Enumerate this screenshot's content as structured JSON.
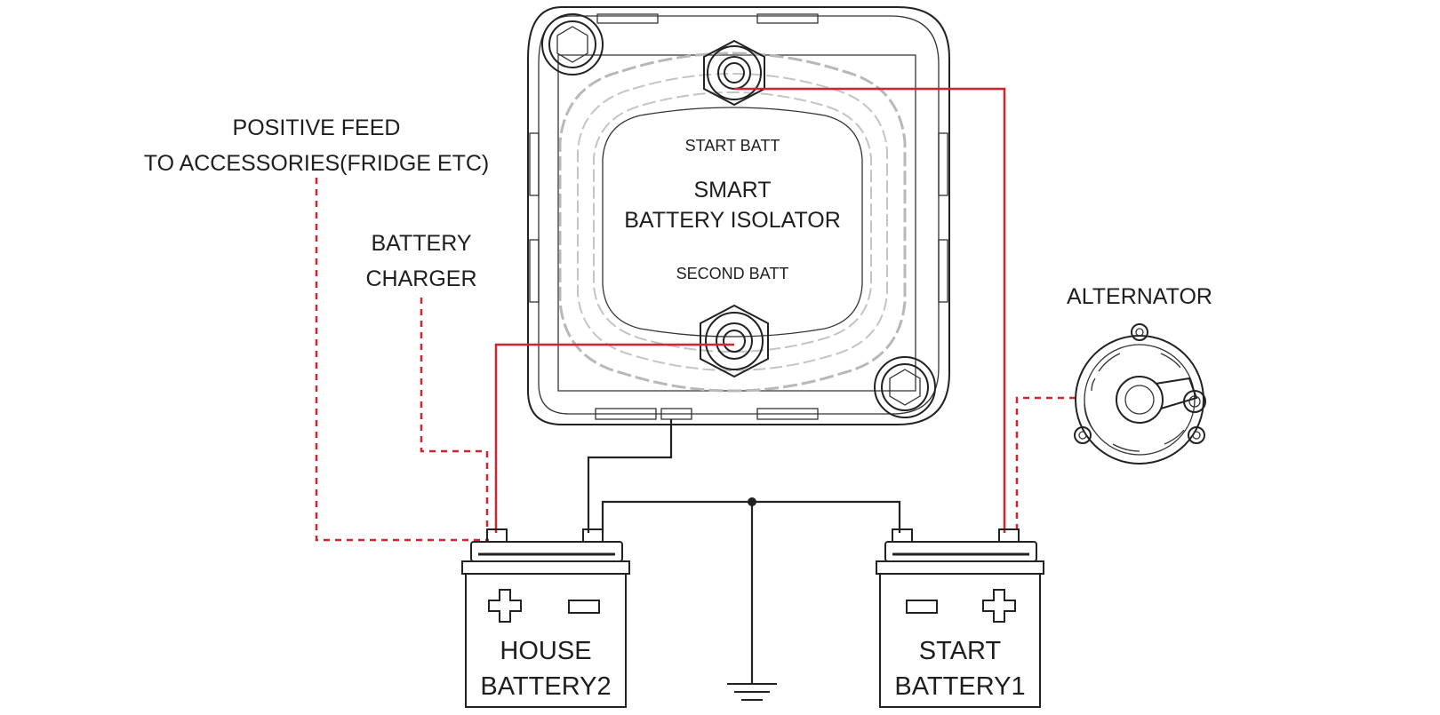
{
  "diagram": {
    "isolator": {
      "title_line1": "SMART",
      "title_line2": "BATTERY ISOLATOR",
      "terminal_top_label": "START BATT",
      "terminal_bottom_label": "SECOND BATT"
    },
    "labels": {
      "positive_feed_line1": "POSITIVE FEED",
      "positive_feed_line2": "TO ACCESSORIES(FRIDGE ETC)",
      "battery_charger_line1": "BATTERY",
      "battery_charger_line2": "CHARGER",
      "alternator": "ALTERNATOR"
    },
    "house_battery": {
      "line1": "HOUSE",
      "line2": "BATTERY2"
    },
    "start_battery": {
      "line1": "START",
      "line2": "BATTERY1"
    },
    "icons": [
      "plus-icon",
      "minus-icon",
      "ground-icon",
      "nut-icon",
      "alternator-icon"
    ],
    "colors": {
      "positive_wire": "#d4242c",
      "negative_wire": "#222222",
      "outline": "#222222",
      "housing_dash": "#b8b8b8"
    }
  }
}
